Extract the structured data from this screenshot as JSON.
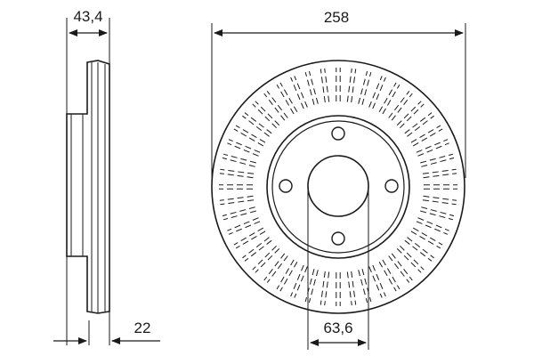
{
  "dimensions": {
    "overall_thickness": "43,4",
    "outer_diameter": "258",
    "min_thickness": "22",
    "center_bore": "63,6"
  },
  "colors": {
    "line": "#1a1a1a",
    "background": "#ffffff"
  }
}
